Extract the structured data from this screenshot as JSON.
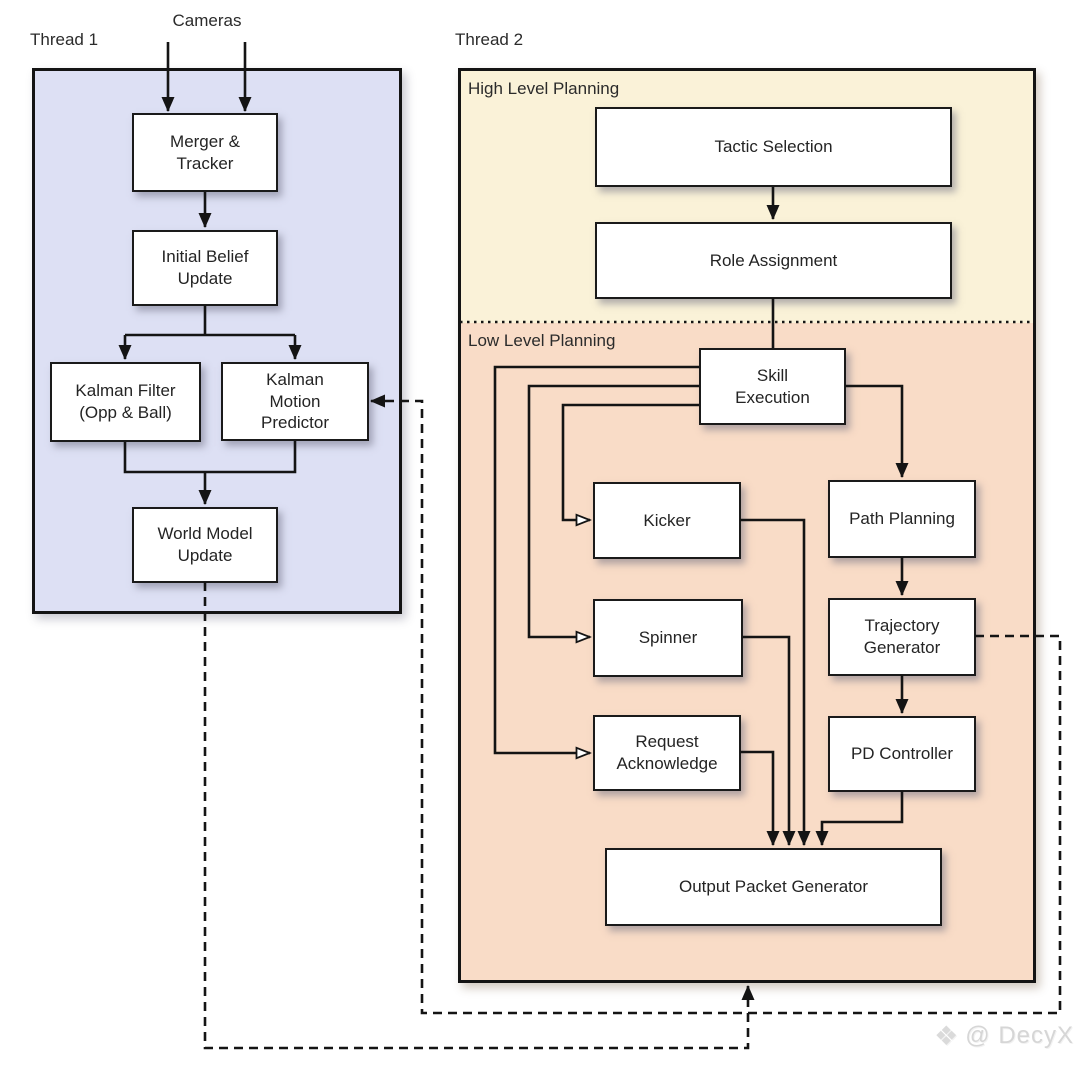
{
  "diagram": {
    "thread1_label": "Thread 1",
    "thread2_label": "Thread 2",
    "cameras_label": "Cameras",
    "sections": {
      "high_level": "High Level Planning",
      "low_level": "Low Level Planning"
    },
    "colors": {
      "thread1_fill": "#dde0f4",
      "high_level_fill": "#faf2d8",
      "low_level_fill": "#f9dcc7",
      "line": "#141414",
      "box_fill": "#ffffff"
    },
    "nodes": {
      "merger": {
        "label": "Merger &\nTracker"
      },
      "initial_belief": {
        "label": "Initial Belief\nUpdate"
      },
      "kalman_filter": {
        "label": "Kalman Filter\n(Opp & Ball)"
      },
      "kalman_motion": {
        "label": "Kalman\nMotion\nPredictor"
      },
      "world_model": {
        "label": "World Model\nUpdate"
      },
      "tactic_selection": {
        "label": "Tactic Selection"
      },
      "role_assignment": {
        "label": "Role Assignment"
      },
      "skill_execution": {
        "label": "Skill\nExecution"
      },
      "kicker": {
        "label": "Kicker"
      },
      "path_planning": {
        "label": "Path Planning"
      },
      "spinner": {
        "label": "Spinner"
      },
      "trajectory_generator": {
        "label": "Trajectory\nGenerator"
      },
      "request_acknowledge": {
        "label": "Request\nAcknowledge"
      },
      "pd_controller": {
        "label": "PD Controller"
      },
      "output_packet_generator": {
        "label": "Output Packet Generator"
      }
    },
    "watermark": "@ DecyX"
  }
}
